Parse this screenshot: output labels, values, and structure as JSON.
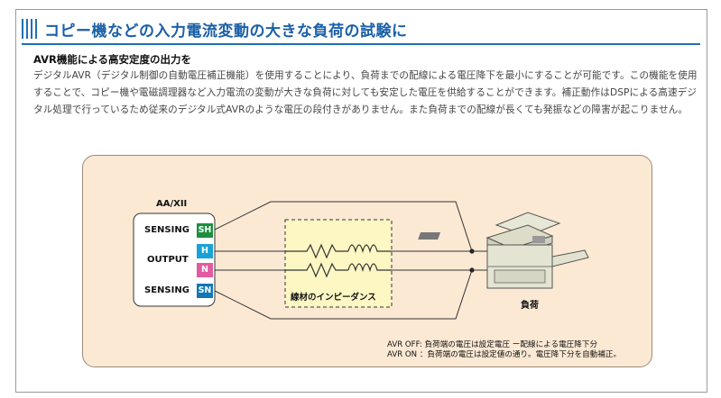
{
  "header": {
    "title": "コピー機などの入力電流変動の大きな負荷の試験に"
  },
  "section": {
    "heading": "AVR機能による高安定度の出力を",
    "body": "デジタルAVR（デジタル制御の自動電圧補正機能）を使用することにより、負荷までの配線による電圧降下を最小にすることが可能です。この機能を使用することで、コピー機や電磁調理器など入力電流の変動が大きな負荷に対しても安定した電圧を供給することができます。補正動作はDSPによる高速デジタル処理で行っているため従来のデジタル式AVRのような電圧の段付きがありません。また負荷までの配線が長くても発振などの障害が起こりません。"
  },
  "diagram": {
    "device_label": "AA/XII",
    "rows": [
      {
        "text": "SENSING",
        "terminal": "SH"
      },
      {
        "text": "OUTPUT",
        "terminal": "H"
      },
      {
        "text": "",
        "terminal": "N"
      },
      {
        "text": "SENSING",
        "terminal": "SN"
      }
    ],
    "impedance_label": "線材のインピーダンス",
    "load_label": "負荷",
    "notes": [
      "AVR OFF: 負荷端の電圧は設定電圧 ー配線による電圧降下分",
      "AVR ON ：負荷端の電圧は設定値の通り。電圧降下分を自動補正。"
    ],
    "colors": {
      "SH": "#1e8f3e",
      "H": "#18a3d8",
      "N": "#e45aa0",
      "SN": "#1376b7"
    }
  }
}
